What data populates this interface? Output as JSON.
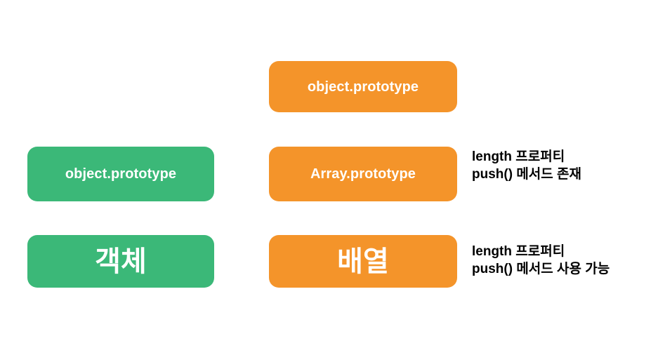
{
  "diagram": {
    "title": "JavaScript prototype chain comparison",
    "colors": {
      "green": "#3BB878",
      "orange": "#F4942A",
      "text_on_box": "#FFFFFF",
      "annotation_text": "#000000",
      "background": "#FFFFFF"
    },
    "columns": {
      "left": {
        "name": "object-column"
      },
      "middle": {
        "name": "array-column"
      },
      "right": {
        "name": "annotation-column"
      }
    },
    "nodes": {
      "orange_top": "object.prototype",
      "green_middle": "object.prototype",
      "orange_middle": "Array.prototype",
      "green_bottom": "객체",
      "orange_bottom": "배열"
    },
    "annotations": {
      "middle": "length 프로퍼티\npush() 메서드 존재",
      "bottom": "length 프로퍼티\npush() 메서드 사용 가능"
    }
  }
}
